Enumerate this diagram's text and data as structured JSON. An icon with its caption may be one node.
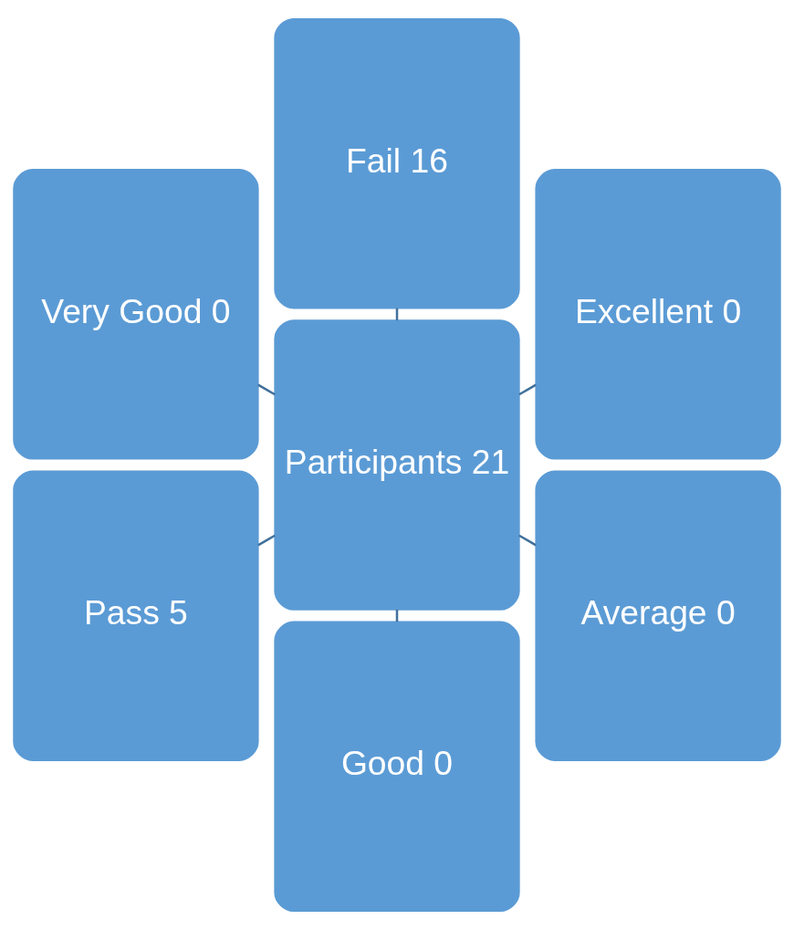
{
  "diagram": {
    "nodes": [
      {
        "text": [
          "Excellent 0"
        ]
      },
      {
        "text": [
          "Fail 16"
        ]
      },
      {
        "text": [
          "Very Good 0"
        ]
      },
      {
        "text": [
          "Participants 21"
        ]
      },
      {
        "text": [
          "Pass 5"
        ]
      },
      {
        "text": [
          "Good 0"
        ]
      },
      {
        "text": [
          "Average 0"
        ]
      }
    ],
    "edges": [
      {
        "from": 3,
        "to": 0,
        "arrow": "none"
      },
      {
        "from": 3,
        "to": 2,
        "arrow": "none"
      },
      {
        "from": 3,
        "to": 5,
        "arrow": "none"
      },
      {
        "from": 3,
        "to": 6,
        "arrow": "none"
      },
      {
        "from": 3,
        "to": 4,
        "arrow": "none"
      },
      {
        "from": 3,
        "to": 1,
        "arrow": "none"
      }
    ]
  }
}
